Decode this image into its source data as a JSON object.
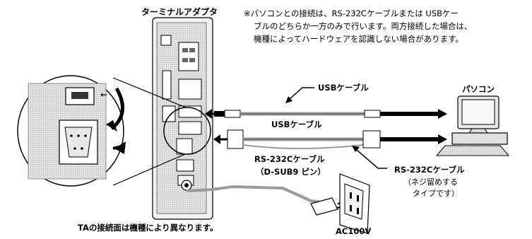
{
  "labels": {
    "terminal_adapter": "ターミナルアダプタ",
    "note": [
      "※パソコンとの接続は、RS-232Cケーブルまたは USBケー",
      "ブルのどちらか一方のみで行います。両方接続した場合は、",
      "機種によってハードウェアを認識しない場合があります。"
    ],
    "usb_cable_callout": "USBケーブル",
    "usb_cable_label": "USBケーブル",
    "pc": "パソコン",
    "rs232c_cable": "RS-232Cケーブル",
    "dsub9": "（D-SUB9 ピン）",
    "rs232c_screw_title": "RS-232Cケーブル",
    "rs232c_screw_note_1": "（ネジ留めする",
    "rs232c_screw_note_2": "タイプです）",
    "ta_note": "TAの接続面は機種により異なります。",
    "ac100v": "AC100V"
  },
  "icons": [
    "terminal-adapter-device",
    "magnifier-lens",
    "usb-port-icon",
    "serial-port-icon",
    "pc-icon",
    "power-plug-icon",
    "outlet-icon"
  ],
  "colors": {
    "ink": "#000000",
    "cable_gray": "#9a9a9a",
    "device_fill": "#f2f2f2"
  }
}
